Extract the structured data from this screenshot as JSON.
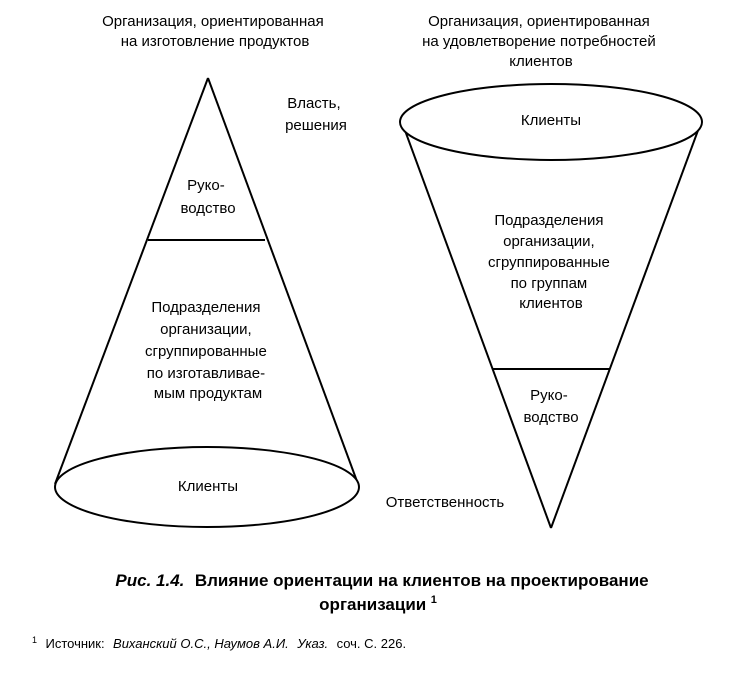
{
  "left_diagram": {
    "title": [
      "Организация, ориентированная",
      "на изготовление продуктов"
    ],
    "top_section": [
      "Руко-",
      "водство"
    ],
    "middle_section": [
      "Подразделения",
      "организации,",
      "сгруппированные",
      "по изготавливае-",
      "мым продуктам"
    ],
    "base_section": "Клиенты"
  },
  "right_diagram": {
    "title": [
      "Организация, ориентированная",
      "на удовлетворение потребностей",
      "клиентов"
    ],
    "top_section": "Клиенты",
    "middle_section": [
      "Подразделения",
      "организации,",
      "сгруппированные",
      "по группам",
      "клиентов"
    ],
    "bottom_section": [
      "Руко-",
      "водство"
    ]
  },
  "annotations": {
    "power": [
      "Власть,",
      "решения"
    ],
    "responsibility": "Ответственность"
  },
  "caption": {
    "label": "Рис. 1.4.",
    "text_line1": "Влияние ориентации на клиентов на проектирование",
    "text_line2": "организации",
    "footnote_mark": "1"
  },
  "footnote": {
    "mark": "1",
    "prefix": "Источник:",
    "authors": "Виханский О.С., Наумов А.И.",
    "ref": "Указ.",
    "rest": "соч. С. 226."
  }
}
